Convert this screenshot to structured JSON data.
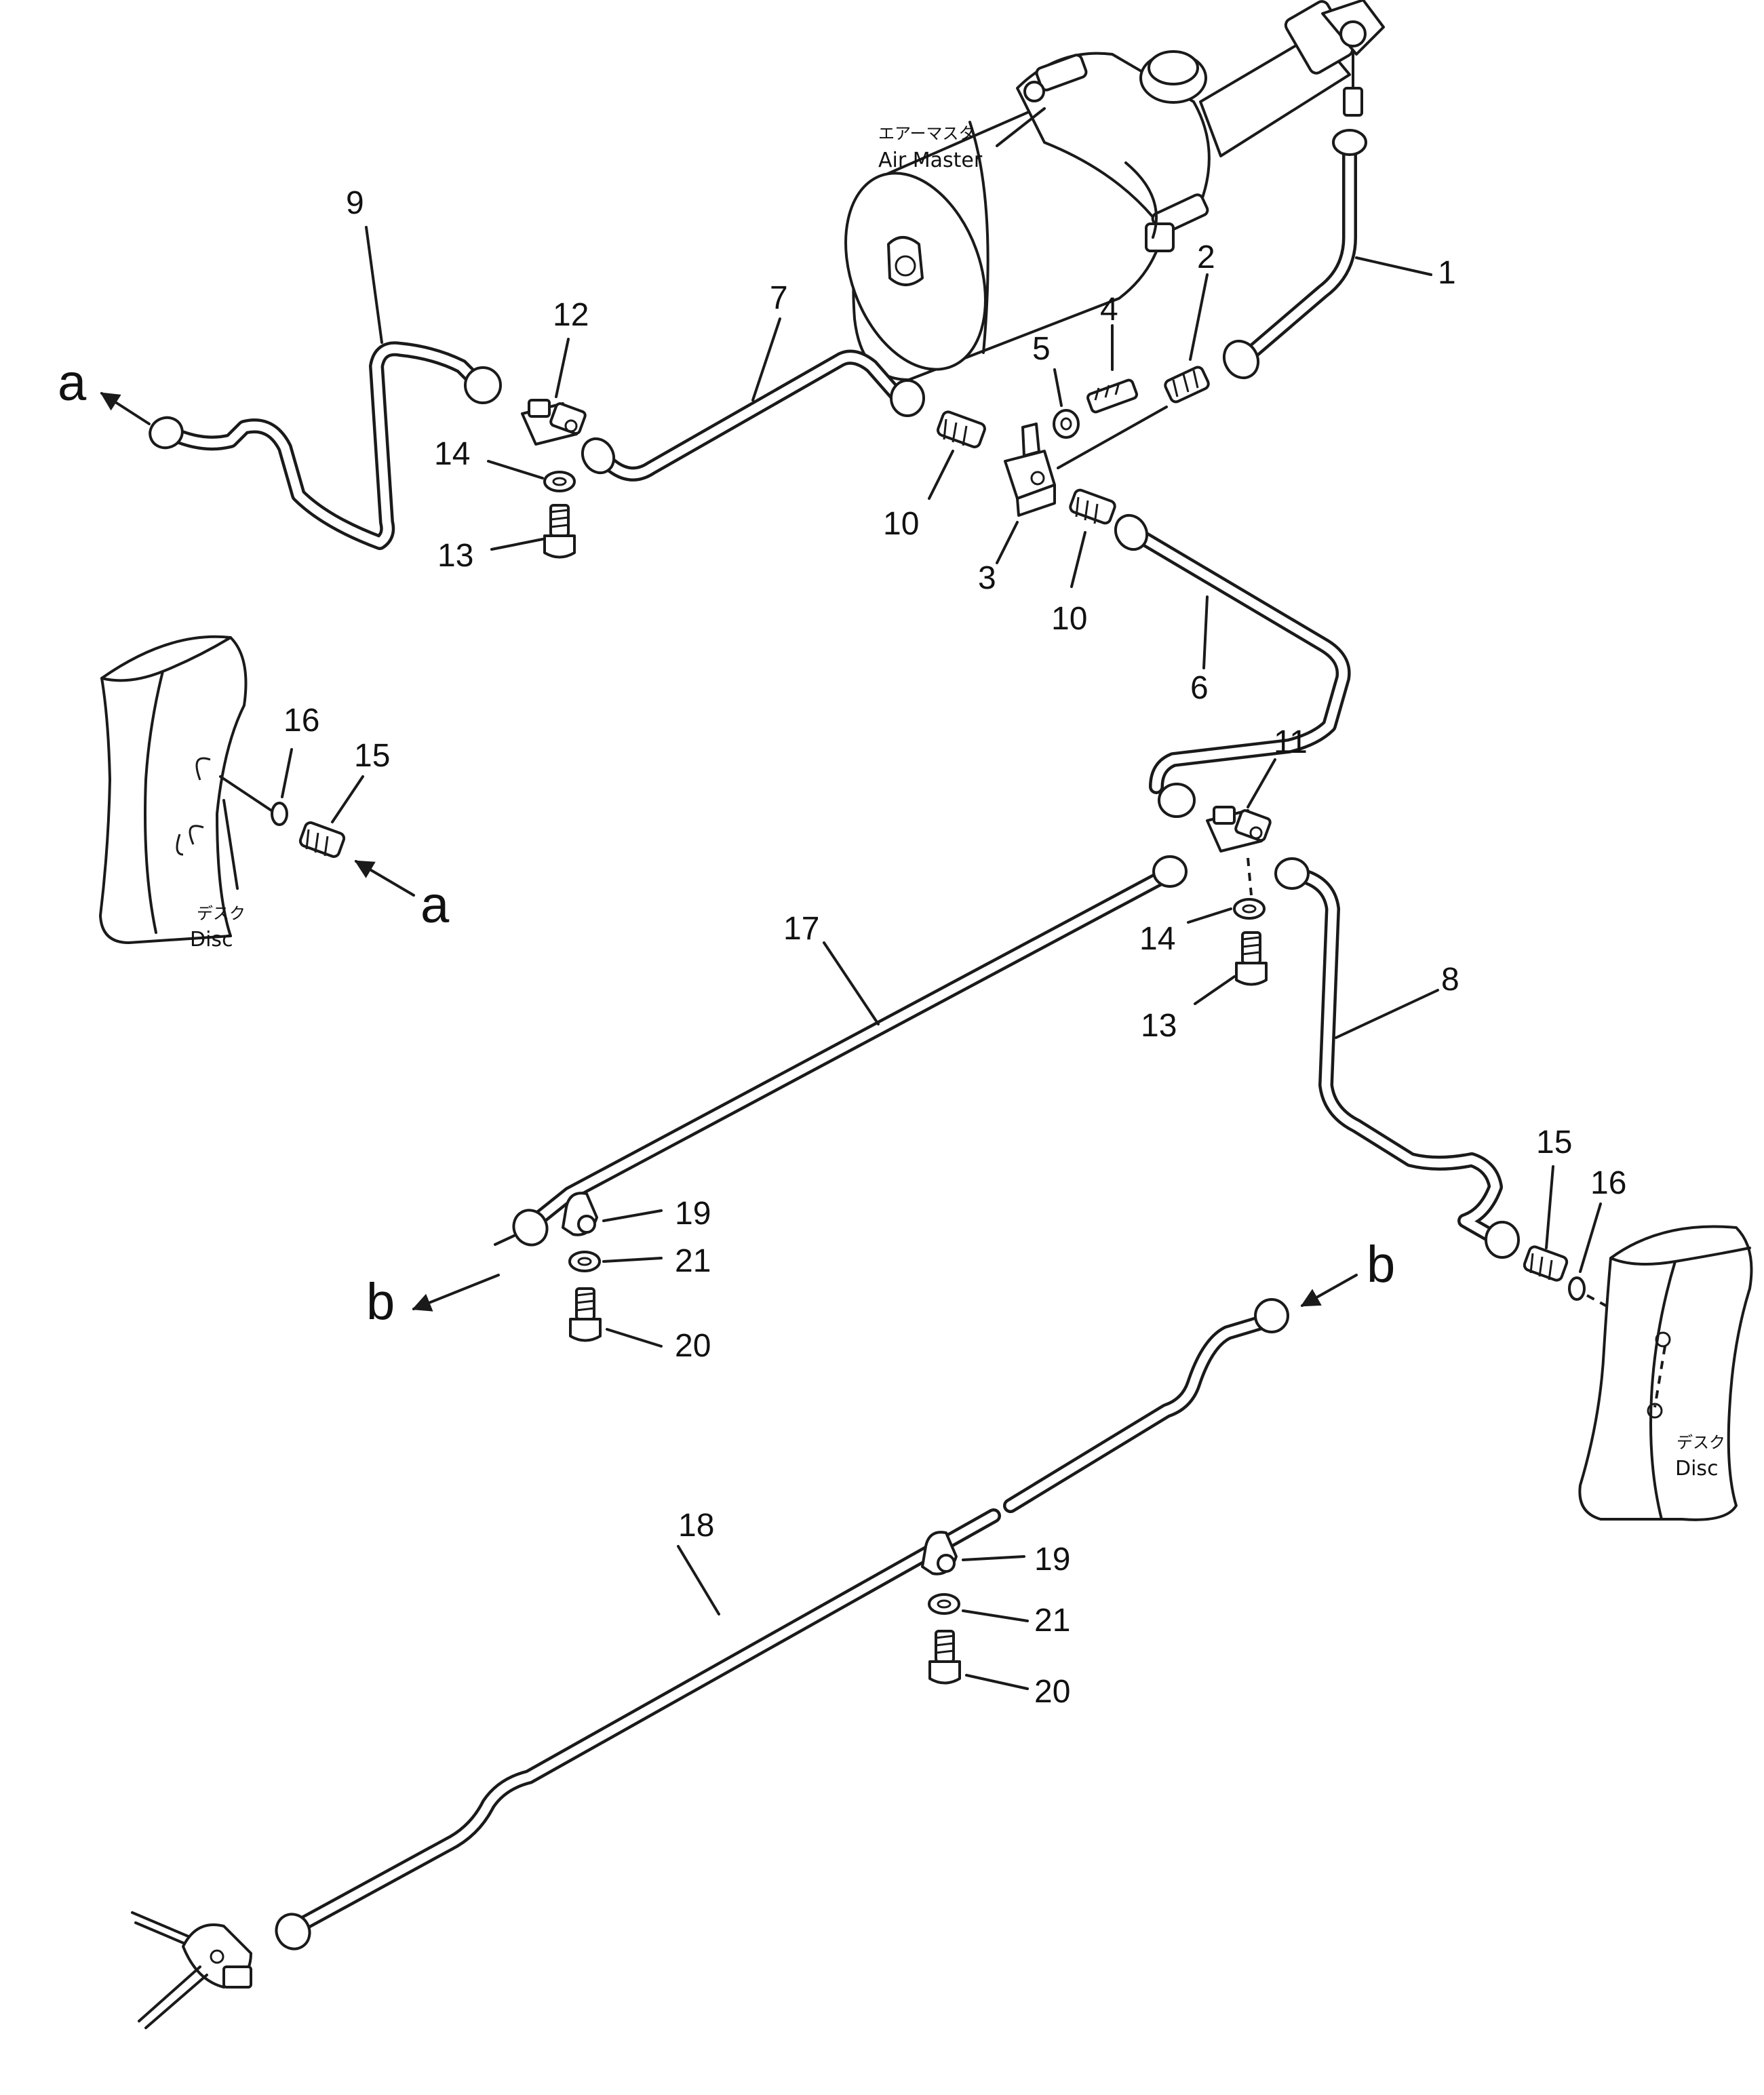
{
  "labels": {
    "air_master_jp": "エアーマスタ",
    "air_master_en": "Air Master",
    "disc_jp": "デスク",
    "disc_en": "Disc"
  },
  "connectors": {
    "a": "a",
    "b": "b"
  },
  "callouts": {
    "p1": "1",
    "p2": "2",
    "p3": "3",
    "p4": "4",
    "p5": "5",
    "p6": "6",
    "p7": "7",
    "p8": "8",
    "p9": "9",
    "p10": "10",
    "p11": "11",
    "p12": "12",
    "p13": "13",
    "p14": "14",
    "p15": "15",
    "p16": "16",
    "p17": "17",
    "p18": "18",
    "p19": "19",
    "p20": "20",
    "p21": "21"
  }
}
